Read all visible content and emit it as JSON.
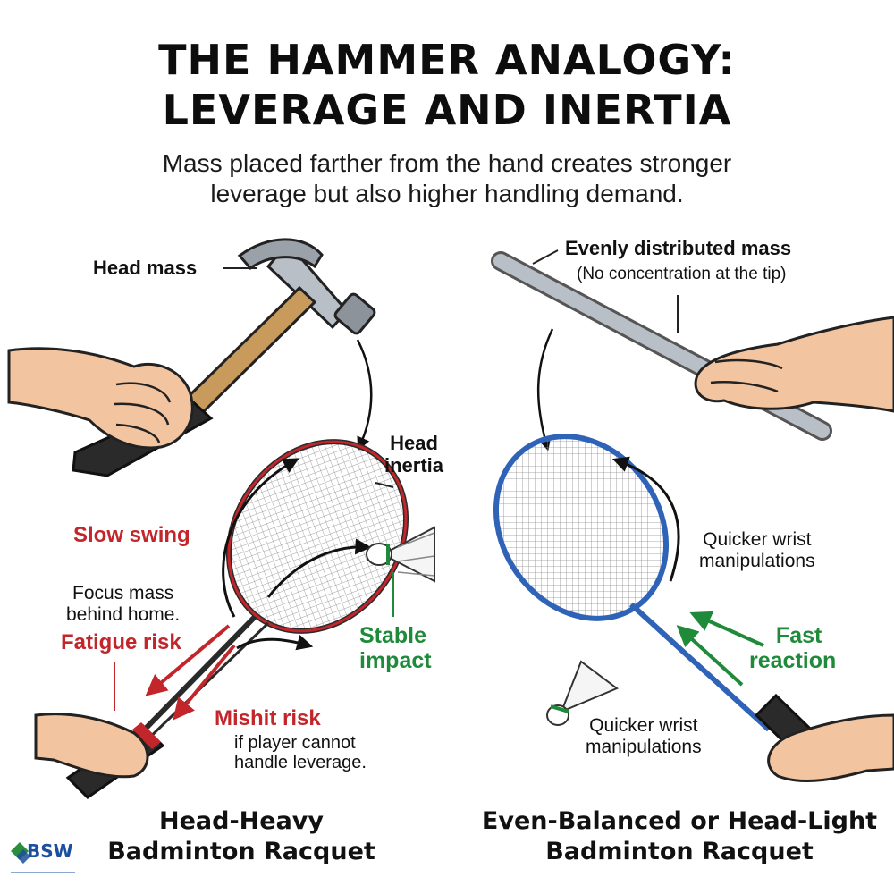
{
  "title": {
    "line1": "THE HAMMER ANALOGY:",
    "line2": "LEVERAGE AND INERTIA"
  },
  "subtitle": {
    "line1": "Mass placed farther from the hand creates stronger",
    "line2": "leverage but also higher handling demand."
  },
  "left": {
    "head_mass": "Head mass",
    "head_inertia_1": "Head",
    "head_inertia_2": "inertia",
    "slow_swing": "Slow swing",
    "focus_1": "Focus mass",
    "focus_2": "behind home.",
    "fatigue": "Fatigue risk",
    "stable_1": "Stable",
    "stable_2": "impact",
    "mishit": "Mishit risk",
    "mishit_note_1": "if player cannot",
    "mishit_note_2": "handle leverage.",
    "caption_1": "Head-Heavy",
    "caption_2": "Badminton Racquet"
  },
  "right": {
    "even_mass": "Evenly distributed mass",
    "even_mass_note": "(No concentration at the tip)",
    "wrist_1a": "Quicker wrist",
    "wrist_1b": "manipulations",
    "fast_1": "Fast",
    "fast_2": "reaction",
    "wrist_2a": "Quicker wrist",
    "wrist_2b": "manipulations",
    "caption_1": "Even-Balanced or Head-Light",
    "caption_2": "Badminton Racquet"
  },
  "logo": {
    "text": "BSW"
  },
  "colors": {
    "red": "#c2262b",
    "green": "#1f8a3a",
    "blue": "#2f63b8",
    "skin": "#f2c4a0",
    "grip": "#2a2a2a"
  }
}
